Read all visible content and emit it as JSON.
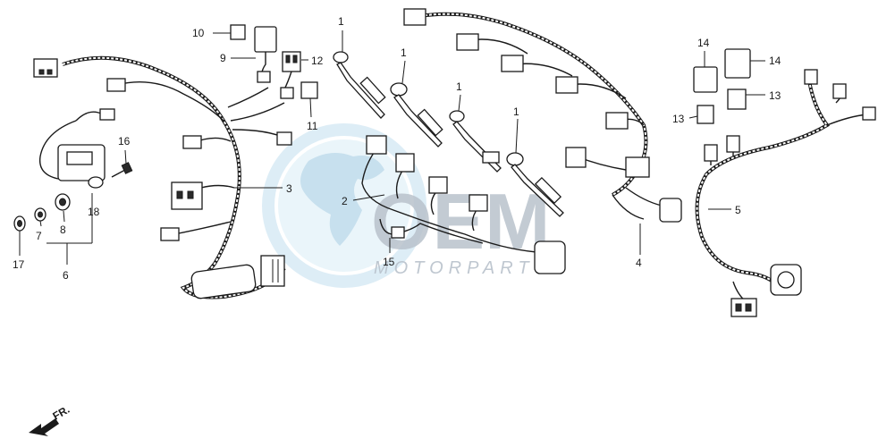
{
  "diagram": {
    "watermark": {
      "logo_text": "OEM",
      "sub_text": "MOTORPARTS"
    },
    "direction": {
      "label": "FR."
    },
    "callouts": [
      {
        "id": "c1a",
        "text": "1"
      },
      {
        "id": "c1b",
        "text": "1"
      },
      {
        "id": "c1c",
        "text": "1"
      },
      {
        "id": "c1d",
        "text": "1"
      },
      {
        "id": "c2",
        "text": "2"
      },
      {
        "id": "c3",
        "text": "3"
      },
      {
        "id": "c4",
        "text": "4"
      },
      {
        "id": "c5",
        "text": "5"
      },
      {
        "id": "c6",
        "text": "6"
      },
      {
        "id": "c7",
        "text": "7"
      },
      {
        "id": "c8",
        "text": "8"
      },
      {
        "id": "c9",
        "text": "9"
      },
      {
        "id": "c10",
        "text": "10"
      },
      {
        "id": "c11",
        "text": "11"
      },
      {
        "id": "c12",
        "text": "12"
      },
      {
        "id": "c13a",
        "text": "13"
      },
      {
        "id": "c13b",
        "text": "13"
      },
      {
        "id": "c14a",
        "text": "14"
      },
      {
        "id": "c14b",
        "text": "14"
      },
      {
        "id": "c15",
        "text": "15"
      },
      {
        "id": "c16",
        "text": "16"
      },
      {
        "id": "c17",
        "text": "17"
      },
      {
        "id": "c18",
        "text": "18"
      }
    ]
  }
}
